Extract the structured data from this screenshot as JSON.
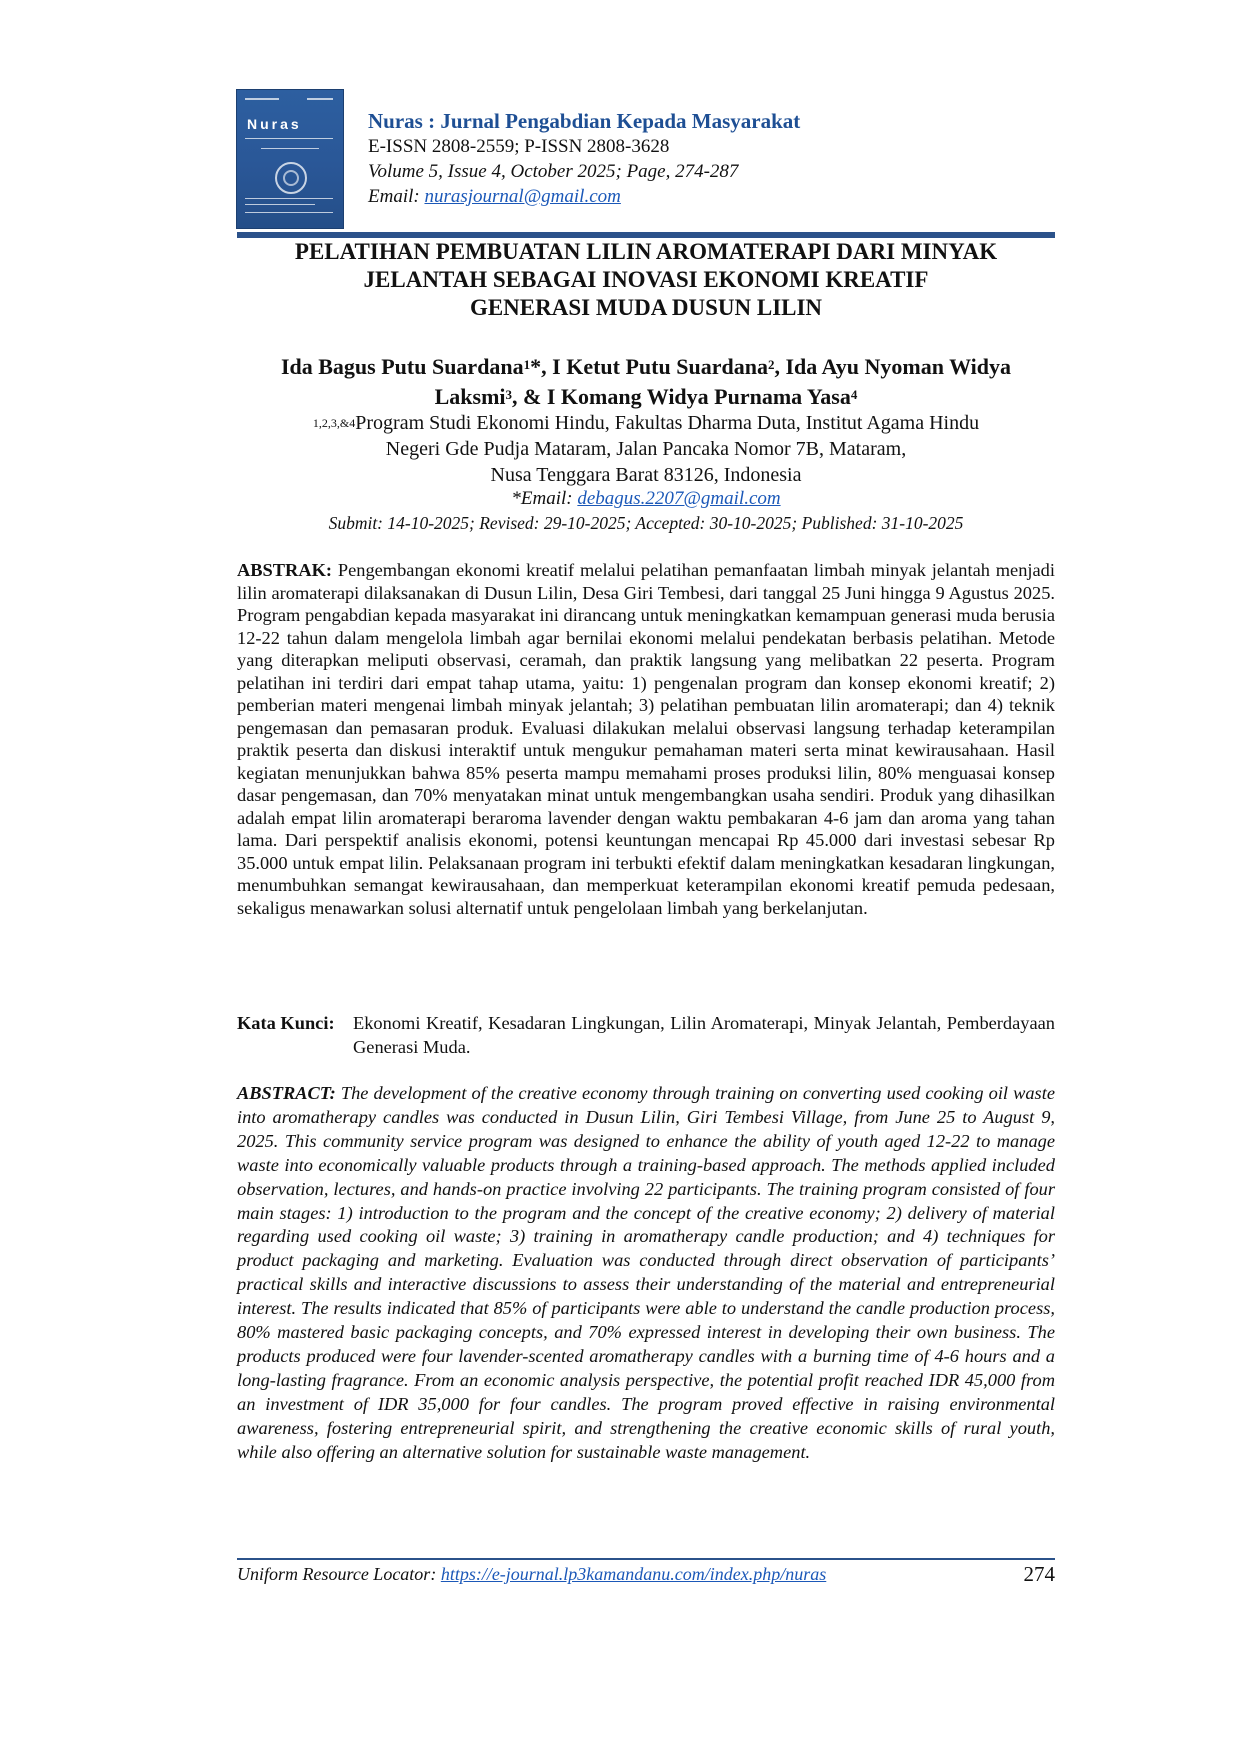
{
  "journal": {
    "cover_name": "Nuras",
    "title": "Nuras : Jurnal Pengabdian Kepada Masyarakat",
    "issn": "E-ISSN 2808-2559; P-ISSN 2808-3628",
    "volume": "Volume 5, Issue 4, October 2025; Page, 274-287",
    "email_label": "Email: ",
    "email": "nurasjournal@gmail.com"
  },
  "article": {
    "title_lines": [
      "PELATIHAN PEMBUATAN LILIN AROMATERAPI DARI MINYAK",
      "JELANTAH SEBAGAI INOVASI EKONOMI KREATIF",
      "GENERASI MUDA DUSUN LILIN"
    ],
    "authors": [
      {
        "name": "Ida Bagus Putu Suardana",
        "sup": "1",
        "suffix": "*, "
      },
      {
        "name": "I Ketut Putu Suardana",
        "sup": "2",
        "suffix": ", "
      },
      {
        "name": "Ida Ayu Nyoman Widya Laksmi",
        "sup": "3",
        "suffix": ", & "
      },
      {
        "name": "I Komang Widya Purnama Yasa",
        "sup": "4",
        "suffix": ""
      }
    ],
    "affiliation_sup": "1,2,3,&4",
    "affiliation_lines": [
      "Program Studi Ekonomi Hindu, Fakultas Dharma Duta, Institut Agama Hindu",
      "Negeri Gde Pudja Mataram, Jalan Pancaka Nomor 7B, Mataram,",
      "Nusa Tenggara Barat 83126, Indonesia"
    ],
    "email_label": "*Email: ",
    "email": "debagus.2207@gmail.com",
    "dates": "Submit: 14-10-2025; Revised: 29-10-2025; Accepted: 30-10-2025; Published: 31-10-2025"
  },
  "abstrak": {
    "label": "ABSTRAK:",
    "text": "Pengembangan ekonomi kreatif melalui pelatihan pemanfaatan limbah minyak jelantah menjadi lilin aromaterapi dilaksanakan di Dusun Lilin, Desa Giri Tembesi, dari tanggal 25 Juni hingga 9 Agustus 2025. Program pengabdian kepada masyarakat ini dirancang untuk meningkatkan kemampuan generasi muda berusia 12-22 tahun dalam mengelola limbah agar bernilai ekonomi melalui pendekatan berbasis pelatihan. Metode yang diterapkan meliputi observasi, ceramah, dan praktik langsung yang melibatkan 22 peserta. Program pelatihan ini terdiri dari empat tahap utama, yaitu: 1) pengenalan program dan konsep ekonomi kreatif; 2) pemberian materi mengenai limbah minyak jelantah; 3) pelatihan pembuatan lilin aromaterapi; dan 4) teknik pengemasan dan pemasaran produk. Evaluasi dilakukan melalui observasi langsung terhadap keterampilan praktik peserta dan diskusi interaktif untuk mengukur pemahaman materi serta minat kewirausahaan. Hasil kegiatan menunjukkan bahwa 85% peserta mampu memahami proses produksi lilin, 80% menguasai konsep dasar pengemasan, dan 70% menyatakan minat untuk mengembangkan usaha sendiri. Produk yang dihasilkan adalah empat lilin aromaterapi beraroma lavender dengan waktu pembakaran 4-6 jam dan aroma yang tahan lama. Dari perspektif analisis ekonomi, potensi keuntungan mencapai Rp 45.000 dari investasi sebesar Rp 35.000 untuk empat lilin. Pelaksanaan program ini terbukti efektif dalam meningkatkan kesadaran lingkungan, menumbuhkan semangat kewirausahaan, dan memperkuat keterampilan ekonomi kreatif pemuda pedesaan, sekaligus menawarkan solusi alternatif untuk pengelolaan limbah yang berkelanjutan."
  },
  "keywords": {
    "label": "Kata Kunci:",
    "text": "Ekonomi Kreatif, Kesadaran Lingkungan, Lilin Aromaterapi, Minyak Jelantah, Pemberdayaan Generasi Muda."
  },
  "abstract": {
    "label": "ABSTRACT:",
    "text": "The development of the creative economy through training on converting used cooking oil waste into aromatherapy candles was conducted in Dusun Lilin, Giri Tembesi Village, from June 25 to August 9, 2025. This community service program was designed to enhance the ability of youth aged 12-22 to manage waste into economically valuable products through a training-based approach. The methods applied included observation, lectures, and hands-on practice involving 22 participants. The training program consisted of four main stages: 1) introduction to the program and the concept of the creative economy; 2) delivery of material regarding used cooking oil waste; 3) training in aromatherapy candle production; and 4) techniques for product packaging and marketing. Evaluation was conducted through direct observation of participants’ practical skills and interactive discussions to assess their understanding of the material and entrepreneurial interest. The results indicated that 85% of participants were able to understand the candle production process, 80% mastered basic packaging concepts, and 70% expressed interest in developing their own business. The products produced were four lavender-scented aromatherapy candles with a burning time of 4-6 hours and a long-lasting fragrance. From an economic analysis perspective, the potential profit reached IDR 45,000 from an investment of IDR 35,000 for four candles. The program proved effective in raising environmental awareness, fostering entrepreneurial spirit, and strengthening the creative economic skills of rural youth, while also offering an alternative solution for sustainable waste management."
  },
  "footer": {
    "url_label": "Uniform Resource Locator: ",
    "url": "https://e-journal.lp3kamandanu.com/index.php/nuras",
    "page_number": "274"
  },
  "colors": {
    "journal_blue": "#1e4f94",
    "rule_blue": "#2b528a",
    "link_blue": "#1b58b8"
  }
}
